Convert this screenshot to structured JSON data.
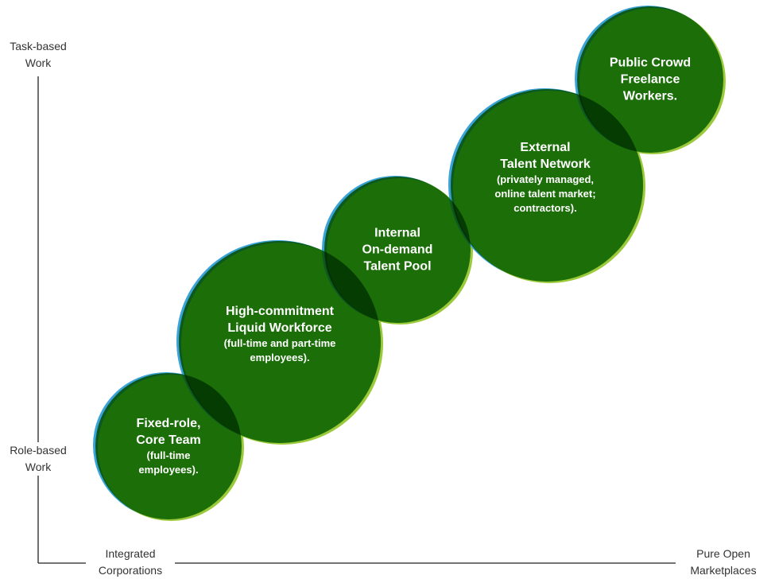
{
  "axes": {
    "y_top": "Task-based\nWork",
    "y_top_lines": [
      "Task-based",
      "Work"
    ],
    "y_bottom_lines": [
      "Role-based",
      "Work"
    ],
    "x_left_lines": [
      "Integrated",
      "Corporations"
    ],
    "x_right_lines": [
      "Pure Open",
      "Marketplaces"
    ]
  },
  "colors": {
    "green": "#2d8b25",
    "rim_blue": "#3aa3d8",
    "rim_lime": "#9bc93a"
  },
  "bubbles": [
    {
      "title": [
        "Fixed-role,",
        "Core Team"
      ],
      "sub": [
        "(full-time",
        "employees)."
      ]
    },
    {
      "title": [
        "High-commitment",
        "Liquid Workforce"
      ],
      "sub": [
        "(full-time and part-time",
        "employees)."
      ]
    },
    {
      "title": [
        "Internal",
        "On-demand",
        "Talent Pool"
      ],
      "sub": []
    },
    {
      "title": [
        "External",
        "Talent Network"
      ],
      "sub": [
        "(privately managed,",
        "online talent market;",
        "contractors)."
      ]
    },
    {
      "title": [
        "Public Crowd",
        "Freelance",
        "Workers."
      ],
      "sub": []
    }
  ]
}
